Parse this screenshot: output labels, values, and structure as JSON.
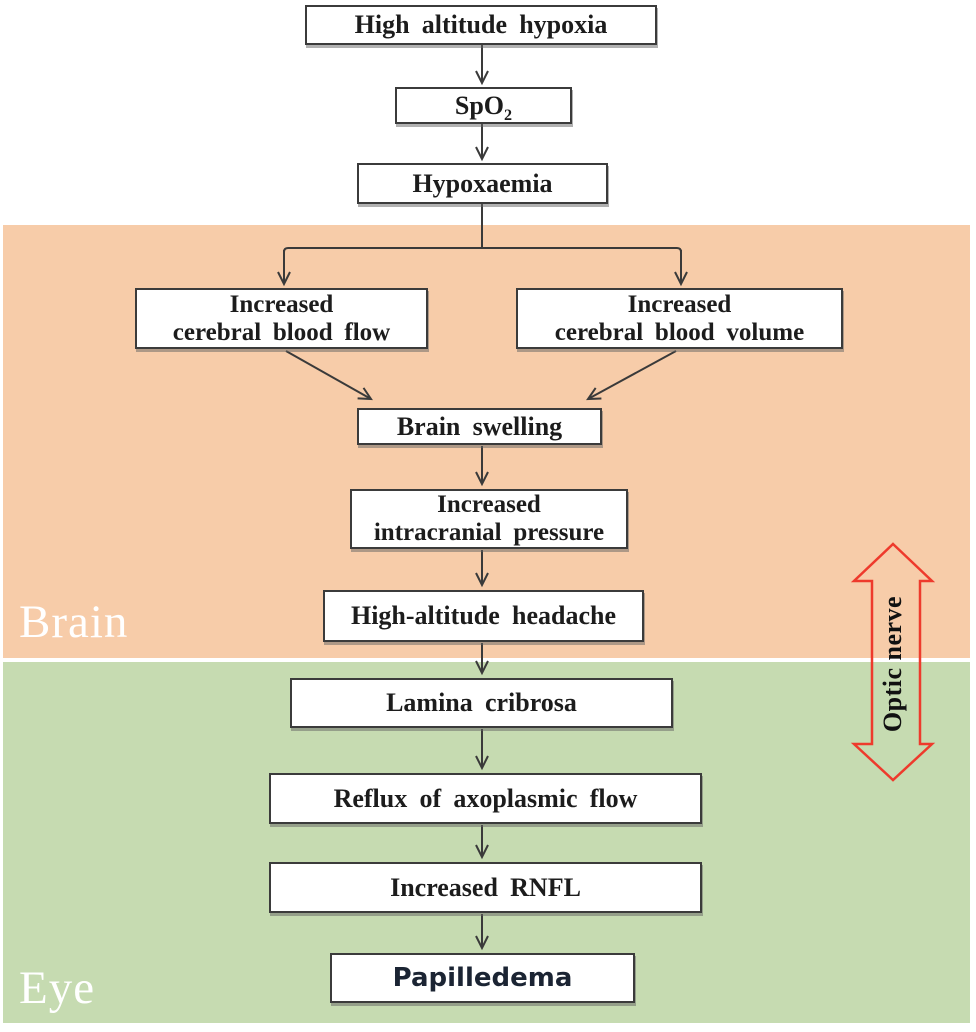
{
  "diagram": {
    "regions": {
      "brain": {
        "label": "Brain",
        "color": "#f7cca9"
      },
      "eye": {
        "label": "Eye",
        "color": "#c6dbb1"
      }
    },
    "optic_nerve": {
      "label": "Optic nerve",
      "arrow_color": "#ee3a2c"
    },
    "nodes": {
      "high_altitude_hypoxia": {
        "label": "High altitude hypoxia"
      },
      "spo2": {
        "label_main": "SpO",
        "label_sub": "2"
      },
      "hypoxaemia": {
        "label": "Hypoxaemia"
      },
      "increased_cerebral_blood_flow": {
        "line1": "Increased",
        "line2": "cerebral blood flow"
      },
      "increased_cerebral_blood_volume": {
        "line1": "Increased",
        "line2": "cerebral blood volume"
      },
      "brain_swelling": {
        "label": "Brain swelling"
      },
      "increased_intracranial_pressure": {
        "line1": "Increased",
        "line2": "intracranial pressure"
      },
      "high_altitude_headache": {
        "label": "High-altitude headache"
      },
      "lamina_cribrosa": {
        "label": "Lamina cribrosa"
      },
      "reflux_of_axoplasmic_flow": {
        "label": "Reflux of axoplasmic flow"
      },
      "increased_rnfl": {
        "label": "Increased RNFL"
      },
      "papilledema": {
        "label": "Papilledema"
      }
    },
    "edges": [
      {
        "from": "high_altitude_hypoxia",
        "to": "spo2"
      },
      {
        "from": "spo2",
        "to": "hypoxaemia"
      },
      {
        "from": "hypoxaemia",
        "to": "increased_cerebral_blood_flow"
      },
      {
        "from": "hypoxaemia",
        "to": "increased_cerebral_blood_volume"
      },
      {
        "from": "increased_cerebral_blood_flow",
        "to": "brain_swelling"
      },
      {
        "from": "increased_cerebral_blood_volume",
        "to": "brain_swelling"
      },
      {
        "from": "brain_swelling",
        "to": "increased_intracranial_pressure"
      },
      {
        "from": "increased_intracranial_pressure",
        "to": "high_altitude_headache"
      },
      {
        "from": "high_altitude_headache",
        "to": "lamina_cribrosa"
      },
      {
        "from": "lamina_cribrosa",
        "to": "reflux_of_axoplasmic_flow"
      },
      {
        "from": "reflux_of_axoplasmic_flow",
        "to": "increased_rnfl"
      },
      {
        "from": "increased_rnfl",
        "to": "papilledema"
      }
    ],
    "style": {
      "box_border": "#3b3b3b",
      "connector": "#3a3a3a",
      "text": "#1c1c1c"
    }
  }
}
